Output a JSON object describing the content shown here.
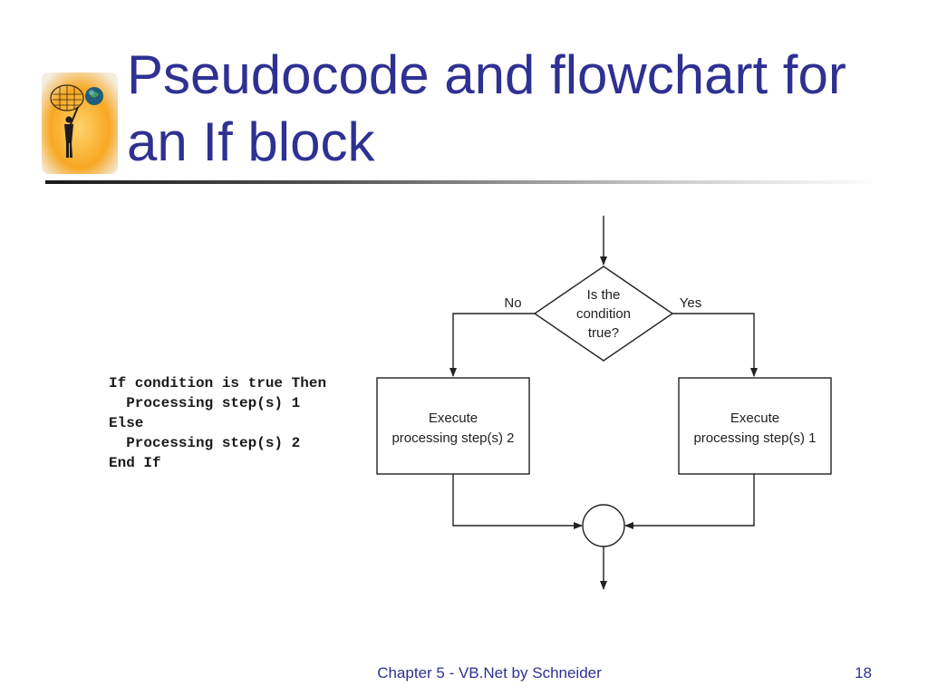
{
  "slide": {
    "title_line1": "Pseudocode and flowchart for",
    "title_line2": "an If block",
    "logo_icon": "person-with-net-catching-globe-icon"
  },
  "pseudocode": {
    "lines": [
      "If condition is true Then",
      "  Processing step(s) 1",
      "Else",
      "  Processing step(s) 2",
      "End If"
    ]
  },
  "flowchart": {
    "decision_lines": [
      "Is the",
      "condition",
      "true?"
    ],
    "no_label": "No",
    "yes_label": "Yes",
    "left_box_lines": [
      "Execute",
      "processing step(s) 2"
    ],
    "right_box_lines": [
      "Execute",
      "processing step(s) 1"
    ]
  },
  "footer": {
    "center_text": "Chapter 5 - VB.Net by Schneider",
    "page_number": "18"
  },
  "colors": {
    "title": "#2E3192",
    "footer": "#2E3192",
    "logo_background": "#F7A823"
  }
}
